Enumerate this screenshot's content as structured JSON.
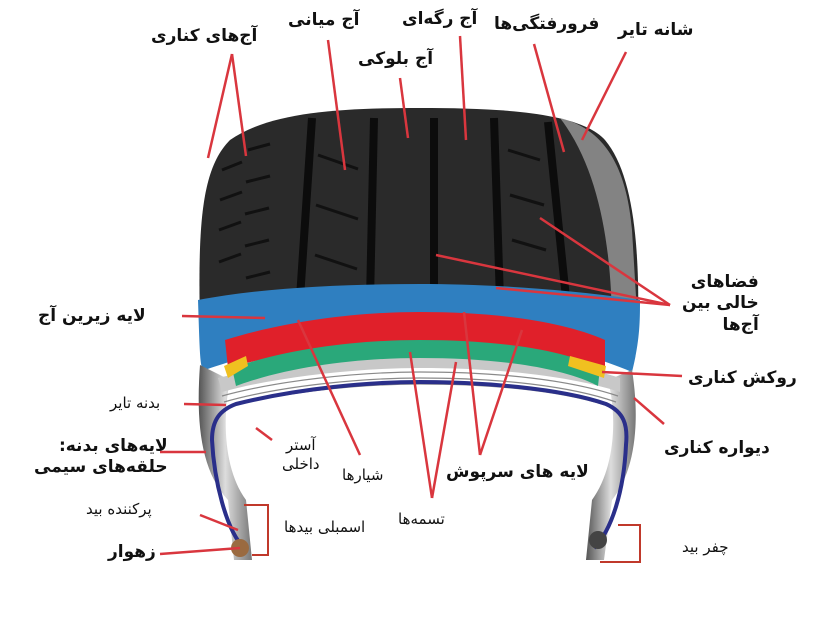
{
  "colors": {
    "leader": "#d9363e",
    "tread": "#2a2a2a",
    "under_tread": "#2f7fc0",
    "cap_ply": "#e0202a",
    "belt": "#2aa87a",
    "edge_strip": "#f0c020",
    "body_ply": "#2a2f8a"
  },
  "labels": {
    "shoulder_grooves": "آج‌های کناری",
    "center_groove": "آج میانی",
    "rib": "آج رگه‌ای",
    "sipes": "فرورفتگی‌ها",
    "tire_shoulder": "شانه تایر",
    "block": "آج بلوکی",
    "groove_voids": [
      "فضاهای",
      "خالی بین",
      "آج‌ها"
    ],
    "undertread": "لایه زیرین آج",
    "edge_cover": "روکش کناری",
    "casing": "بدنه تایر",
    "sidewall": "دیواره کناری",
    "inner_liner": [
      "آستر",
      "داخلی"
    ],
    "body_plies": [
      "لایه‌های بدنه:",
      "حلقه‌های سیمی"
    ],
    "grooves_inner": "شیارها",
    "cap_plies": "لایه های سرپوش",
    "belts": "تسمه‌ها",
    "bead_filler": "پرکننده بید",
    "bead_bundle": "اسمبلی بیدها",
    "bead_core": "زهوار",
    "bead_chafer": "چفر بید"
  }
}
